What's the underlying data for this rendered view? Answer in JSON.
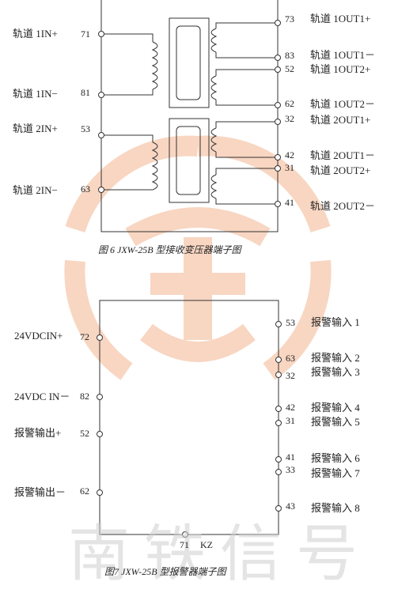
{
  "watermark": {
    "text": "南铁信号",
    "logo_color": "#f6c9ae"
  },
  "fig6": {
    "caption": "图 6 JXW-25B 型接收变压器端子图",
    "left_terminals": [
      {
        "label": "轨道 1IN+",
        "num": "71"
      },
      {
        "label": "轨道 1IN−",
        "num": "81"
      },
      {
        "label": "轨道 2IN+",
        "num": "53"
      },
      {
        "label": "轨道 2IN−",
        "num": "63"
      }
    ],
    "right_terminals": [
      {
        "num": "73",
        "label": "轨道 1OUT1+"
      },
      {
        "num": "83",
        "label": "轨道 1OUT1－"
      },
      {
        "num": "52",
        "label": "轨道 1OUT2+"
      },
      {
        "num": "62",
        "label": "轨道 1OUT2－"
      },
      {
        "num": "32",
        "label": "轨道 2OUT1+"
      },
      {
        "num": "42",
        "label": "轨道 2OUT1－"
      },
      {
        "num": "31",
        "label": "轨道 2OUT2+"
      },
      {
        "num": "41",
        "label": "轨道 2OUT2－"
      }
    ]
  },
  "fig7": {
    "caption": "图7 JXW-25B 型报警器端子图",
    "left_terminals": [
      {
        "label": "24VDCIN+",
        "num": "72"
      },
      {
        "label": "24VDC IN－",
        "num": "82"
      },
      {
        "label": "报警输出+",
        "num": "52"
      },
      {
        "label": "报警输出－",
        "num": "62"
      }
    ],
    "right_terminals": [
      {
        "num": "53",
        "label": "报警输入 1"
      },
      {
        "num": "63",
        "label": "报警输入 2"
      },
      {
        "num": "32",
        "label": "报警输入 3"
      },
      {
        "num": "42",
        "label": "报警输入 4"
      },
      {
        "num": "31",
        "label": "报警输入 5"
      },
      {
        "num": "41",
        "label": "报警输入 6"
      },
      {
        "num": "33",
        "label": "报警输入 7"
      },
      {
        "num": "43",
        "label": "报警输入 8"
      }
    ],
    "bottom_terminal": {
      "num": "71",
      "label": "KZ"
    }
  }
}
